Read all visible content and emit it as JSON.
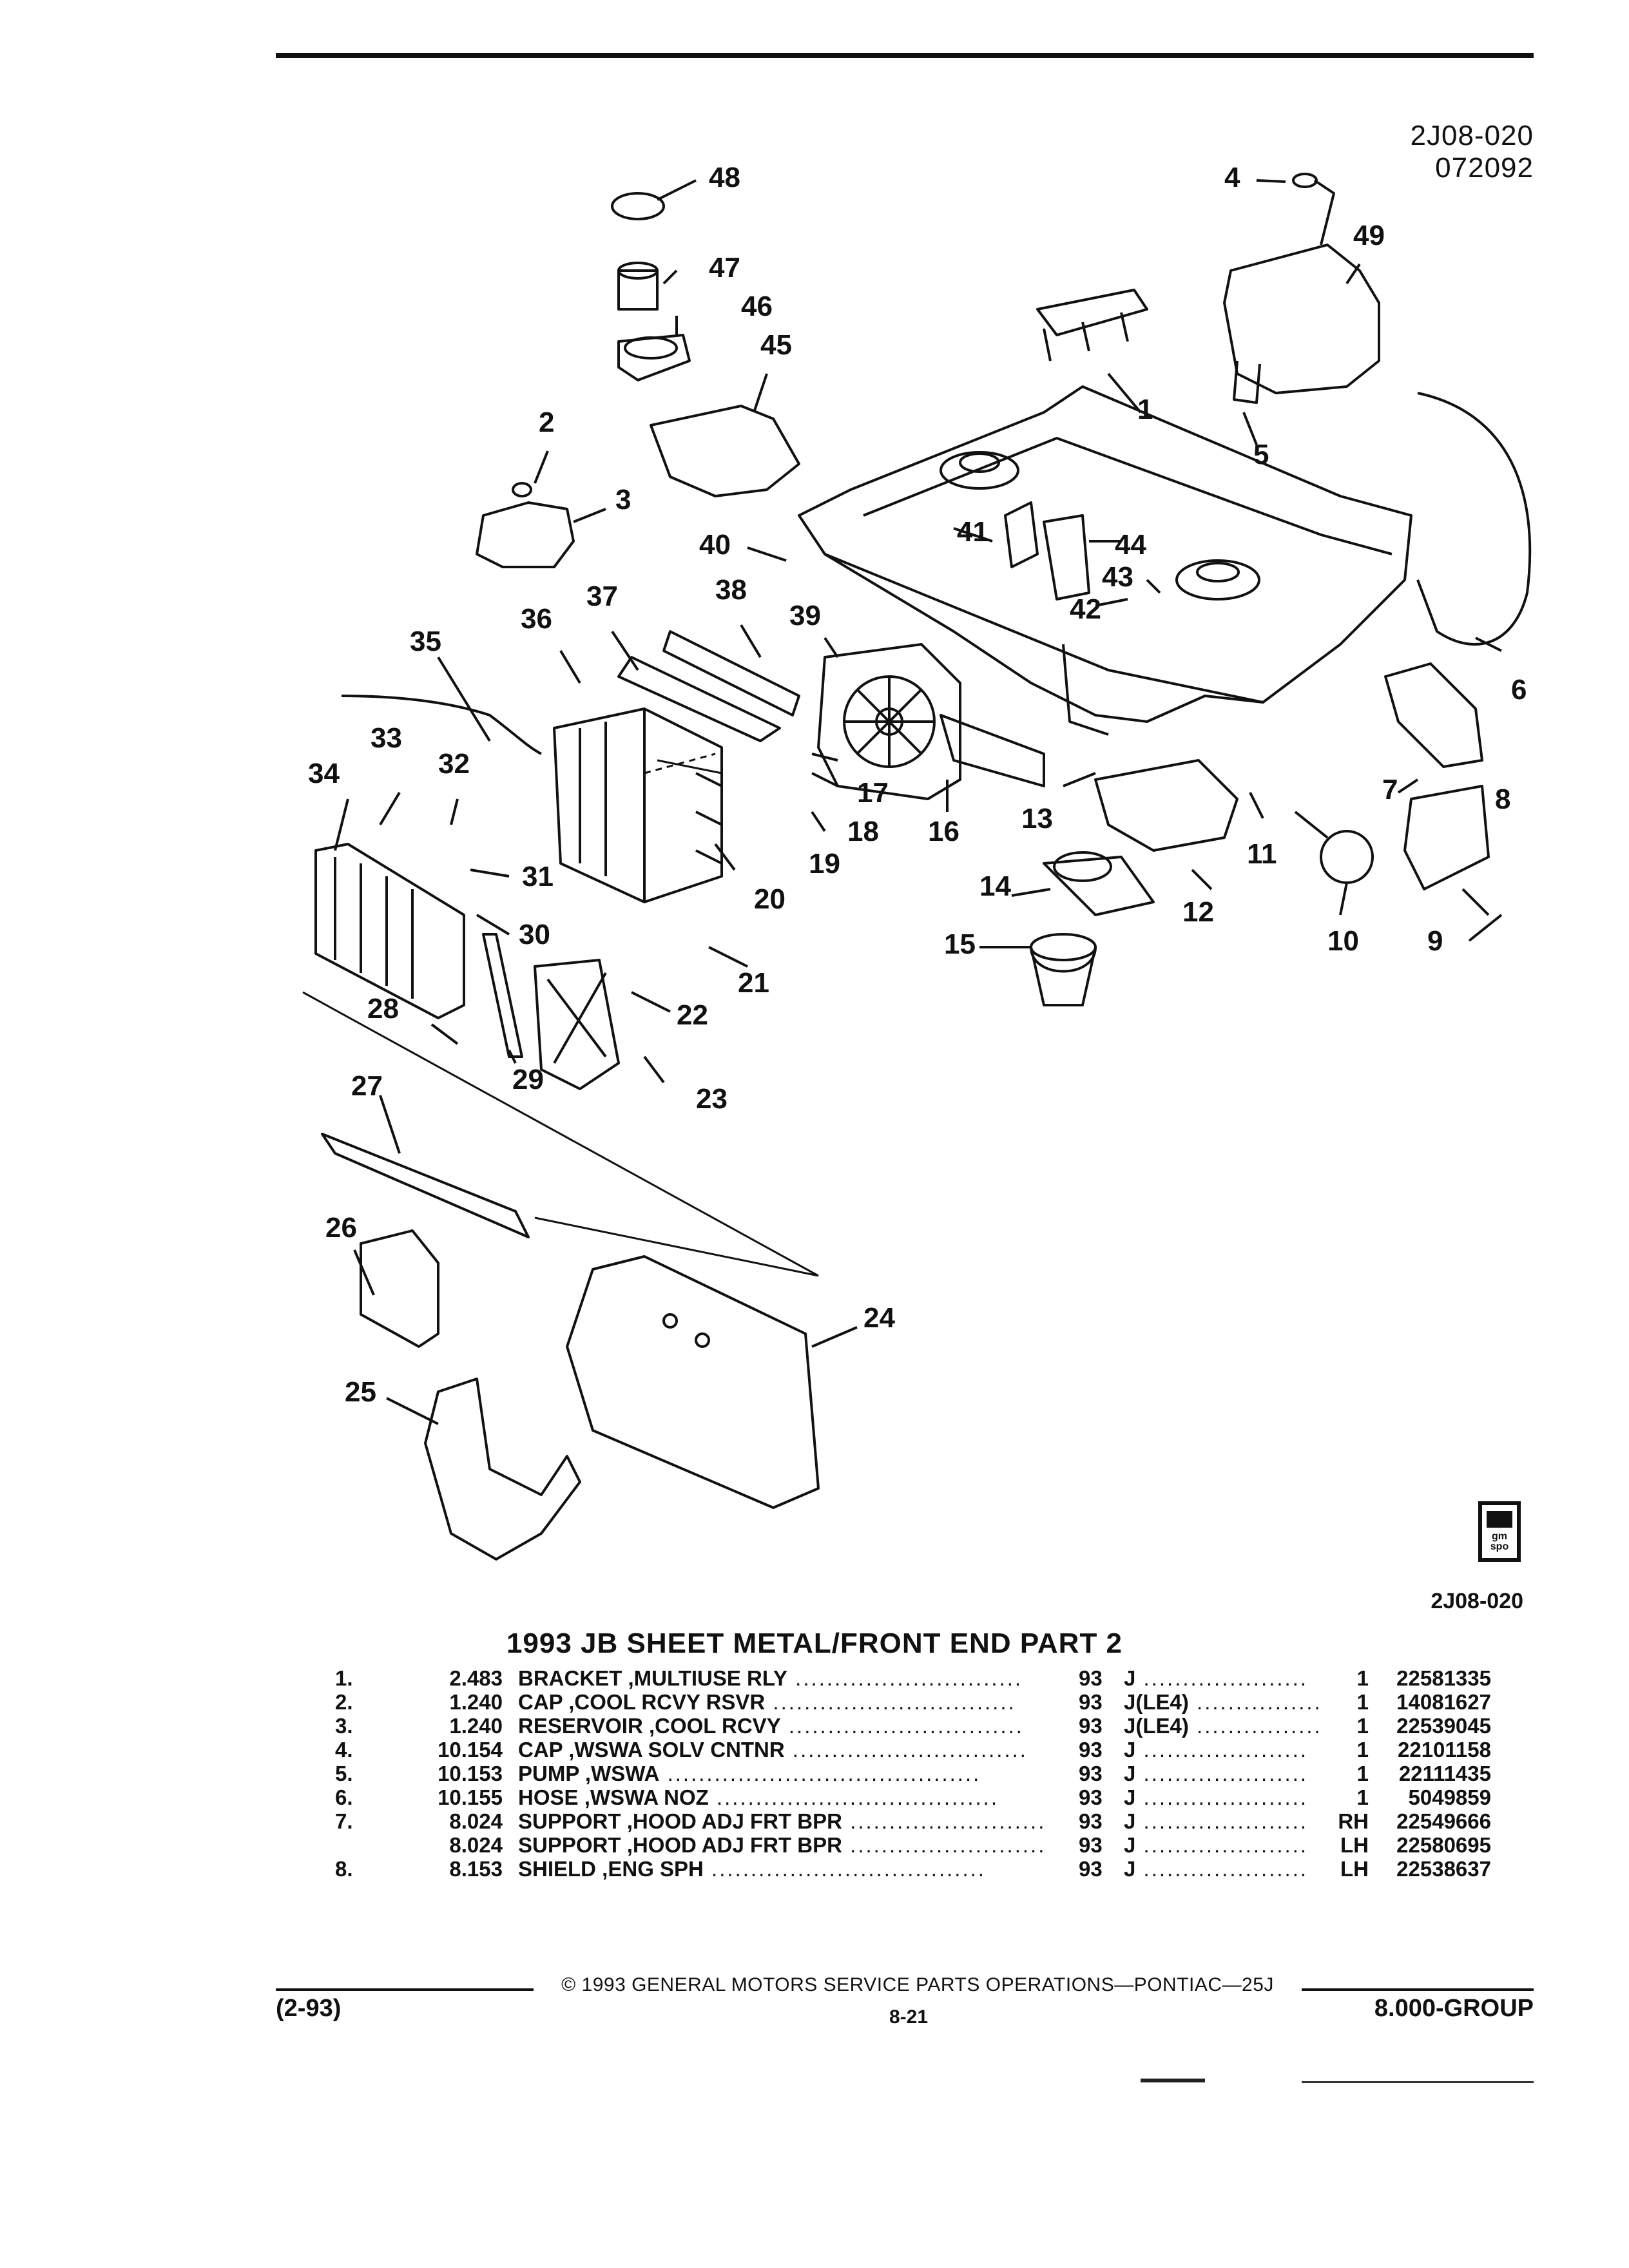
{
  "header": {
    "drawing_code": "2J08-020",
    "drawing_date": "072092"
  },
  "diagram": {
    "callouts": [
      "48",
      "47",
      "46",
      "45",
      "2",
      "3",
      "4",
      "49",
      "1",
      "5",
      "40",
      "41",
      "44",
      "43",
      "42",
      "6",
      "37",
      "38",
      "36",
      "39",
      "35",
      "33",
      "32",
      "34",
      "31",
      "30",
      "17",
      "18",
      "19",
      "16",
      "13",
      "11",
      "7",
      "8",
      "9",
      "20",
      "14",
      "12",
      "10",
      "15",
      "21",
      "22",
      "23",
      "28",
      "29",
      "27",
      "26",
      "24",
      "25"
    ]
  },
  "logo": {
    "text": "gm spo"
  },
  "footer_code": "2J08-020",
  "title": "1993 JB SHEET METAL/FRONT END PART 2",
  "parts": [
    {
      "no": "1.",
      "group": "2.483",
      "desc": "BRACKET ,MULTIUSE RLY",
      "year": "93",
      "code": "J",
      "qty": "1",
      "part": "22581335"
    },
    {
      "no": "2.",
      "group": "1.240",
      "desc": "CAP ,COOL RCVY RSVR",
      "year": "93",
      "code": "J(LE4)",
      "qty": "1",
      "part": "14081627"
    },
    {
      "no": "3.",
      "group": "1.240",
      "desc": "RESERVOIR ,COOL RCVY",
      "year": "93",
      "code": "J(LE4)",
      "qty": "1",
      "part": "22539045"
    },
    {
      "no": "4.",
      "group": "10.154",
      "desc": "CAP ,WSWA SOLV CNTNR",
      "year": "93",
      "code": "J",
      "qty": "1",
      "part": "22101158"
    },
    {
      "no": "5.",
      "group": "10.153",
      "desc": "PUMP ,WSWA",
      "year": "93",
      "code": "J",
      "qty": "1",
      "part": "22111435"
    },
    {
      "no": "6.",
      "group": "10.155",
      "desc": "HOSE ,WSWA NOZ",
      "year": "93",
      "code": "J",
      "qty": "1",
      "part": "5049859"
    },
    {
      "no": "7.",
      "group": "8.024",
      "desc": "SUPPORT ,HOOD ADJ FRT BPR",
      "year": "93",
      "code": "J",
      "qty": "RH",
      "part": "22549666"
    },
    {
      "no": "",
      "group": "8.024",
      "desc": "SUPPORT ,HOOD ADJ FRT BPR",
      "year": "93",
      "code": "J",
      "qty": "LH",
      "part": "22580695"
    },
    {
      "no": "8.",
      "group": "8.153",
      "desc": "SHIELD ,ENG SPH",
      "year": "93",
      "code": "J",
      "qty": "LH",
      "part": "22538637"
    }
  ],
  "footer": {
    "copyright": "© 1993 GENERAL MOTORS SERVICE PARTS OPERATIONS—PONTIAC—25J",
    "left": "(2-93)",
    "page": "8-21",
    "right": "8.000-GROUP"
  }
}
